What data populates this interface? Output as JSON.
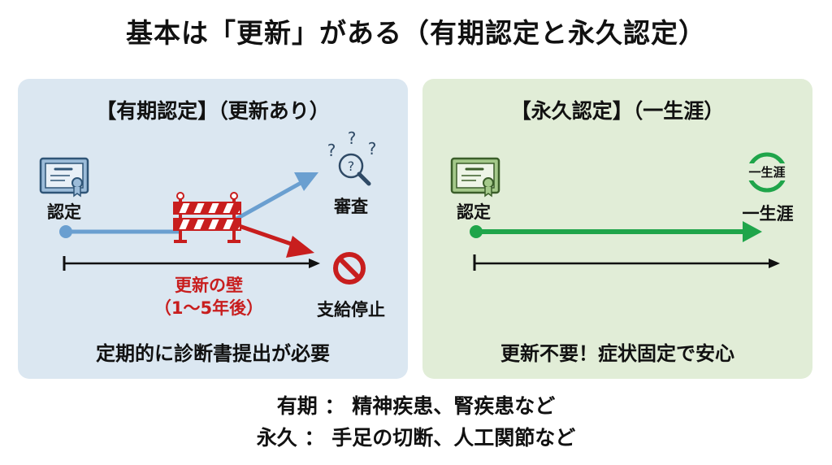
{
  "title": "基本は「更新」がある（有期認定と永久認定）",
  "fixed_term": {
    "heading": "【有期認定】（更新あり）",
    "start_label": "認定",
    "review_label": "審査",
    "barrier_label": "更新の壁",
    "barrier_period": "（1〜5年後）",
    "stop_label": "支給停止",
    "footer": "定期的に診断書提出が必要",
    "colors": {
      "path": "#6a9fd0",
      "danger": "#c81e1e"
    }
  },
  "permanent": {
    "heading": "【永久認定】（一生涯）",
    "start_label": "認定",
    "badge_label": "一生涯",
    "end_label": "一生涯",
    "footer": "更新不要！症状固定で安心",
    "colors": {
      "path": "#1fa54a"
    }
  },
  "examples": [
    "有期 ： 精神疾患、腎疾患など",
    "永久 ： 手足の切断、人工関節など"
  ]
}
